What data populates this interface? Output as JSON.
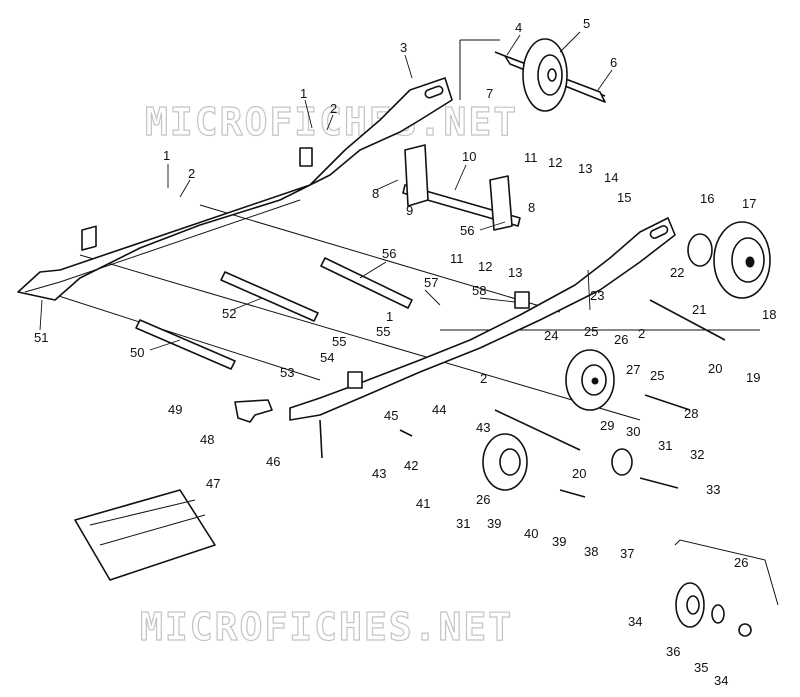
{
  "watermark": {
    "text": "MICROFICHES.NET"
  },
  "diagram": {
    "callouts": [
      {
        "n": "1"
      },
      {
        "n": "2"
      },
      {
        "n": "3"
      },
      {
        "n": "4"
      },
      {
        "n": "5"
      },
      {
        "n": "6"
      },
      {
        "n": "7"
      },
      {
        "n": "1"
      },
      {
        "n": "2"
      },
      {
        "n": "8"
      },
      {
        "n": "9"
      },
      {
        "n": "10"
      },
      {
        "n": "11"
      },
      {
        "n": "12"
      },
      {
        "n": "13"
      },
      {
        "n": "14"
      },
      {
        "n": "15"
      },
      {
        "n": "16"
      },
      {
        "n": "17"
      },
      {
        "n": "8"
      },
      {
        "n": "56"
      },
      {
        "n": "11"
      },
      {
        "n": "12"
      },
      {
        "n": "13"
      },
      {
        "n": "22"
      },
      {
        "n": "21"
      },
      {
        "n": "23"
      },
      {
        "n": "56"
      },
      {
        "n": "57"
      },
      {
        "n": "58"
      },
      {
        "n": "52"
      },
      {
        "n": "51"
      },
      {
        "n": "1"
      },
      {
        "n": "55"
      },
      {
        "n": "2"
      },
      {
        "n": "18"
      },
      {
        "n": "50"
      },
      {
        "n": "24"
      },
      {
        "n": "25"
      },
      {
        "n": "26"
      },
      {
        "n": "55"
      },
      {
        "n": "54"
      },
      {
        "n": "53"
      },
      {
        "n": "20"
      },
      {
        "n": "19"
      },
      {
        "n": "27"
      },
      {
        "n": "25"
      },
      {
        "n": "49"
      },
      {
        "n": "44"
      },
      {
        "n": "2"
      },
      {
        "n": "28"
      },
      {
        "n": "45"
      },
      {
        "n": "48"
      },
      {
        "n": "43"
      },
      {
        "n": "29"
      },
      {
        "n": "42"
      },
      {
        "n": "30"
      },
      {
        "n": "31"
      },
      {
        "n": "46"
      },
      {
        "n": "43"
      },
      {
        "n": "20"
      },
      {
        "n": "32"
      },
      {
        "n": "41"
      },
      {
        "n": "26"
      },
      {
        "n": "33"
      },
      {
        "n": "47"
      },
      {
        "n": "31"
      },
      {
        "n": "39"
      },
      {
        "n": "40"
      },
      {
        "n": "39"
      },
      {
        "n": "38"
      },
      {
        "n": "37"
      },
      {
        "n": "26"
      },
      {
        "n": "34"
      },
      {
        "n": "36"
      },
      {
        "n": "35"
      },
      {
        "n": "34"
      }
    ]
  }
}
